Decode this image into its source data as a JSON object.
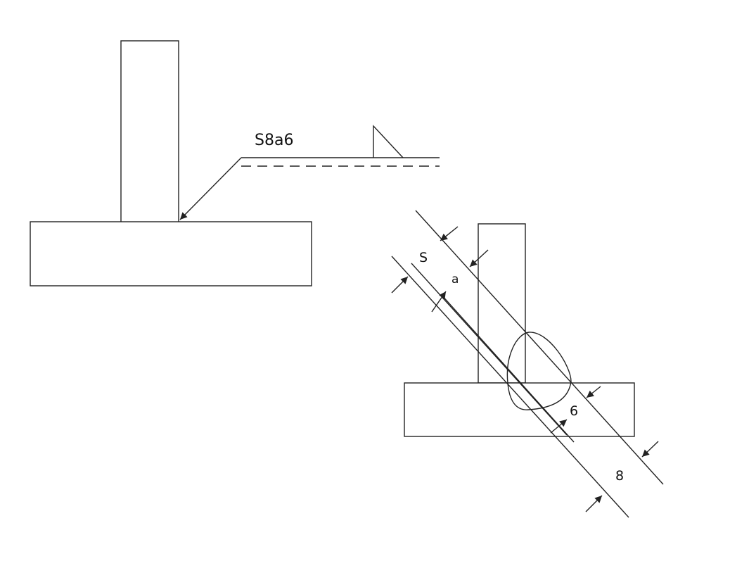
{
  "weld_symbol": {
    "designation": "S8a6"
  },
  "dimensions": {
    "penetration_label": "S",
    "throat_label": "a",
    "throat_value": "6",
    "penetration_value": "8"
  }
}
